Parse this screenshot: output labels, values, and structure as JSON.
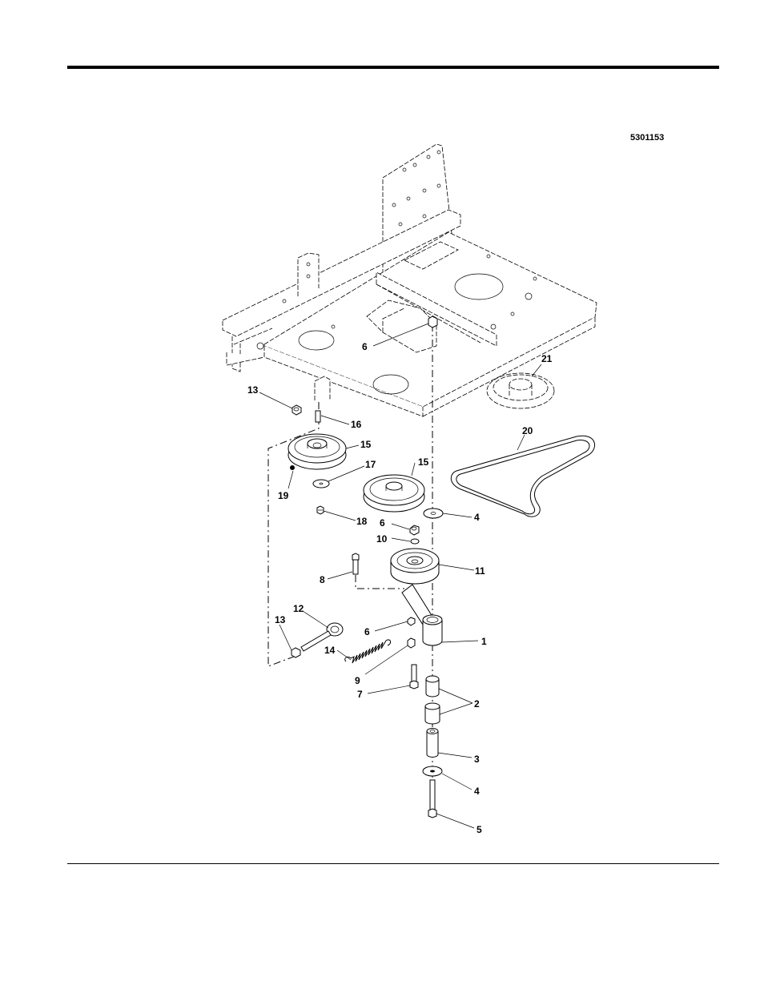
{
  "drawing_number": "5301153",
  "callouts": {
    "c1": "1",
    "c2": "2",
    "c3": "3",
    "c4a": "4",
    "c4b": "4",
    "c5": "5",
    "c6a": "6",
    "c6b": "6",
    "c6c": "6",
    "c7": "7",
    "c8": "8",
    "c9": "9",
    "c10": "10",
    "c11": "11",
    "c12": "12",
    "c13a": "13",
    "c13b": "13",
    "c14": "14",
    "c15a": "15",
    "c15b": "15",
    "c16": "16",
    "c17": "17",
    "c18": "18",
    "c19": "19",
    "c20": "20",
    "c21": "21"
  }
}
